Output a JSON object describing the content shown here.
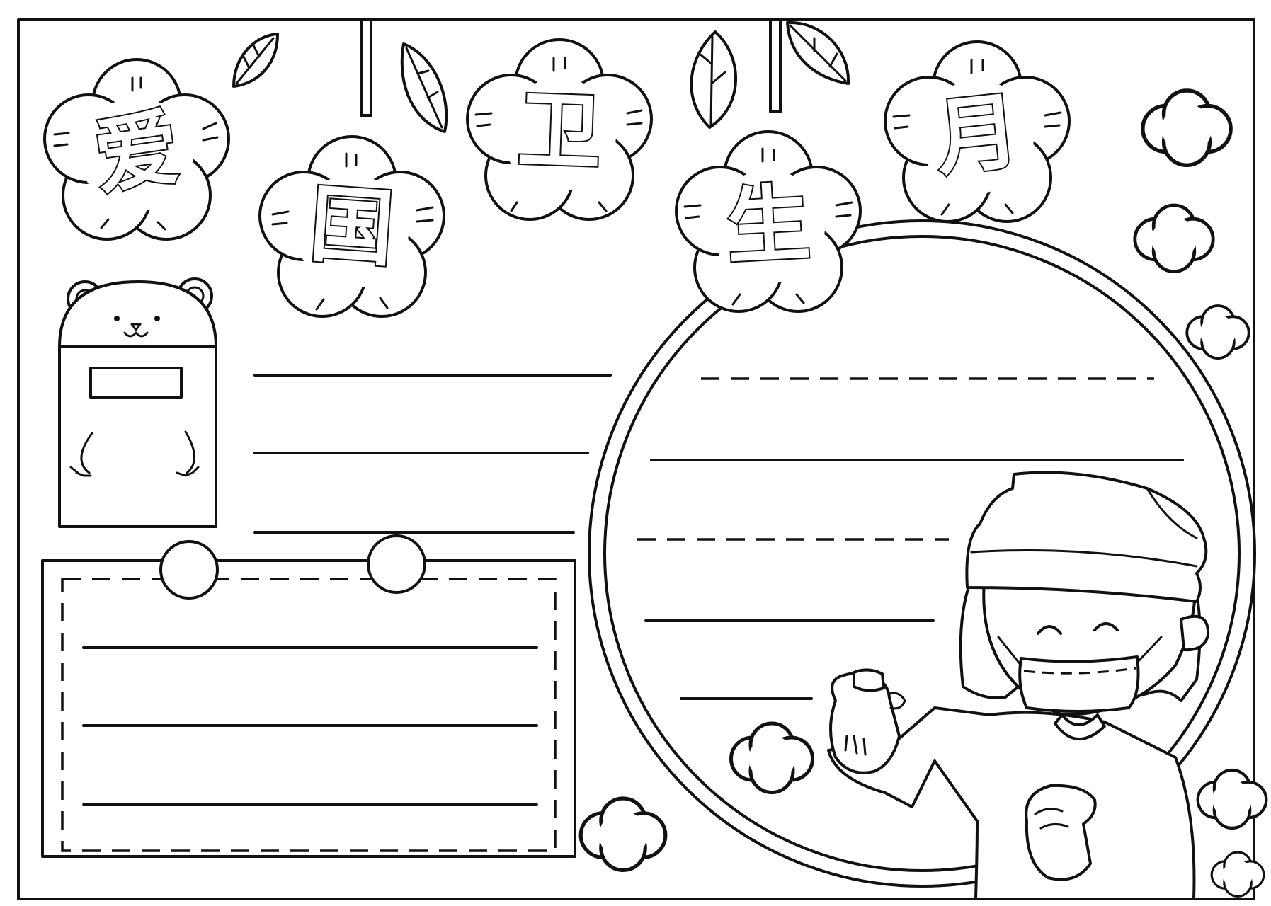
{
  "title": {
    "chars": [
      "爱",
      "国",
      "卫",
      "生",
      "月"
    ]
  },
  "palette": {
    "ink": "#111111",
    "paper": "#ffffff"
  },
  "icons": [
    "flower-icon",
    "leaf-icon",
    "cloud-icon",
    "bear-icon",
    "clip-icon",
    "masked-worker-illustration"
  ]
}
